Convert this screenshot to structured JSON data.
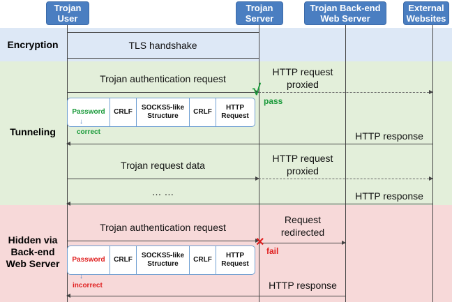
{
  "actors": {
    "trojan_user": "Trojan\nUser",
    "trojan_server": "Trojan\nServer",
    "backend": "Trojan Back-end\nWeb Server",
    "external": "External\nWebsites"
  },
  "bands": {
    "encryption": "Encryption",
    "tunneling": "Tunneling",
    "hidden": "Hidden via\nBack-end\nWeb Server"
  },
  "messages": {
    "tls": "TLS handshake",
    "auth1": "Trojan authentication request",
    "proxied1": "HTTP request\nproxied",
    "http_resp1": "HTTP response",
    "req_data": "Trojan request data",
    "proxied2": "HTTP request\nproxied",
    "ellipsis": "… …",
    "http_resp2": "HTTP response",
    "auth2": "Trojan authentication request",
    "redirected": "Request\nredirected",
    "http_resp3": "HTTP response"
  },
  "packet_cells": {
    "password": "Password",
    "crlf": "CRLF",
    "socks": "SOCKS5-like\nStructure",
    "http_request": "HTTP\nRequest"
  },
  "annotations": {
    "correct": "correct",
    "incorrect": "incorrect",
    "pass": "pass",
    "fail": "fail",
    "check_mark": "√",
    "cross_mark": "✕"
  },
  "colors": {
    "actor_fill": "#4a7ec1",
    "encryption_band": "#dde8f6",
    "tunneling_band": "#e3efda",
    "hidden_band": "#f7d9d9",
    "pass_green": "#1a9a3a",
    "fail_red": "#e02020"
  }
}
